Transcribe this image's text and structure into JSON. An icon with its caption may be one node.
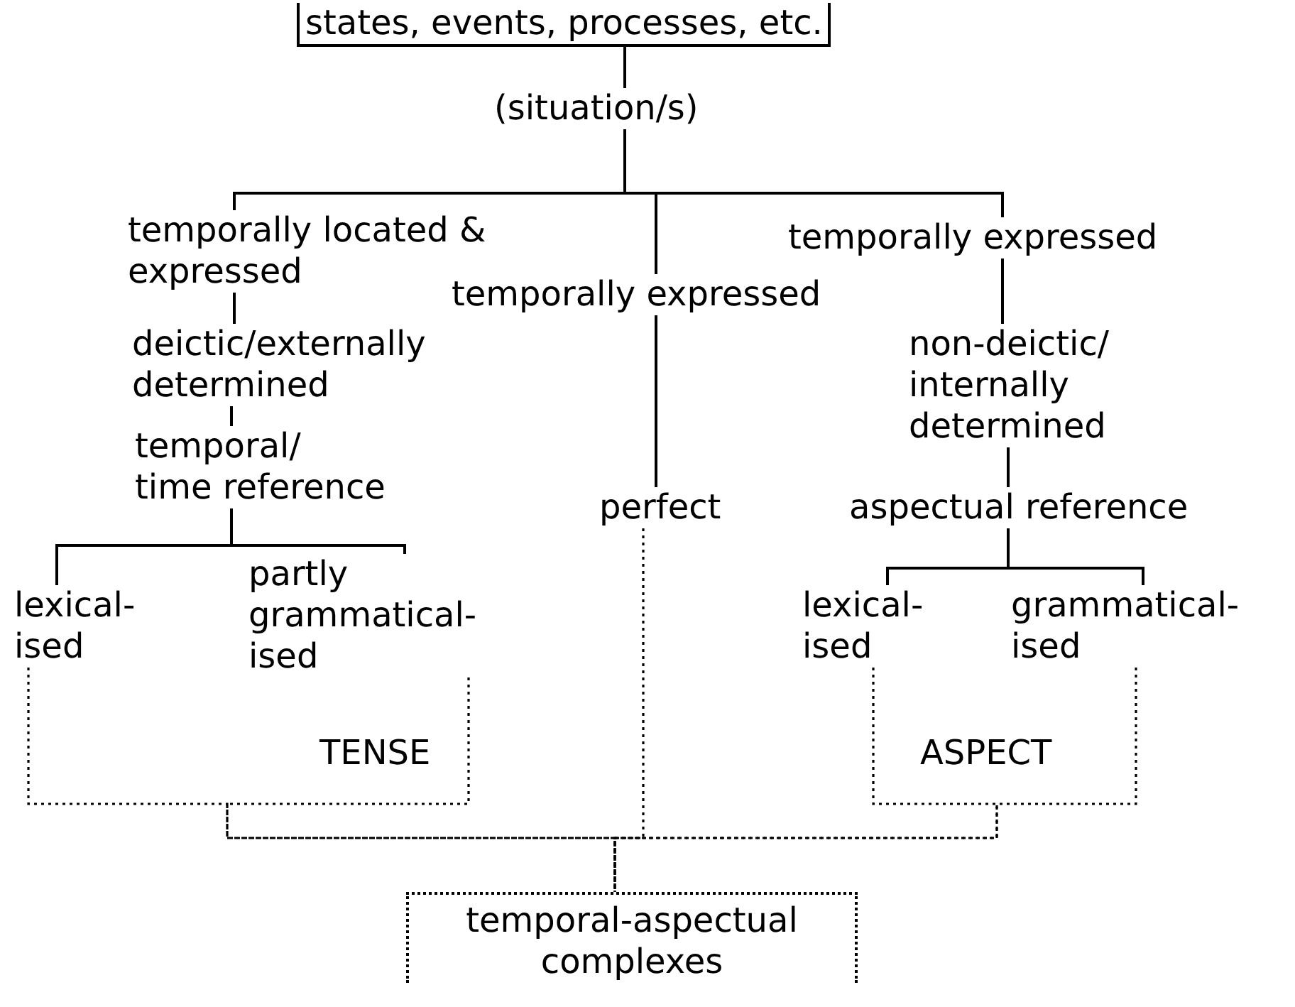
{
  "diagram": {
    "nodes": [
      {
        "text": [
          "states, events, processes, etc."
        ]
      },
      {
        "text": [
          "(situation/s)"
        ]
      },
      {
        "text": [
          "temporally located & expressed"
        ]
      },
      {
        "text": [
          "temporally expressed"
        ]
      },
      {
        "text": [
          "temporally expressed"
        ]
      },
      {
        "text": [
          "deictic/externally determined"
        ]
      },
      {
        "text": [
          "temporal/ time reference"
        ]
      },
      {
        "text": [
          "perfect"
        ]
      },
      {
        "text": [
          "non-deictic/ internally determined"
        ]
      },
      {
        "text": [
          "aspectual reference"
        ]
      },
      {
        "text": [
          "lexical- ised"
        ]
      },
      {
        "text": [
          "partly grammatical- ised"
        ]
      },
      {
        "text": [
          "lexical- ised"
        ]
      },
      {
        "text": [
          "grammatical- ised"
        ]
      },
      {
        "text": [
          "temporal-aspectual complexes"
        ]
      }
    ],
    "edges": [
      {
        "from": 0,
        "to": 1,
        "arrow": "none"
      },
      {
        "from": 1,
        "to": 2,
        "arrow": "none"
      },
      {
        "from": 1,
        "to": 3,
        "arrow": "none"
      },
      {
        "from": 1,
        "to": 4,
        "arrow": "none"
      },
      {
        "from": 2,
        "to": 5,
        "arrow": "none"
      },
      {
        "from": 5,
        "to": 6,
        "arrow": "none"
      },
      {
        "from": 3,
        "to": 7,
        "arrow": "none"
      },
      {
        "from": 4,
        "to": 8,
        "arrow": "none"
      },
      {
        "from": 8,
        "to": 9,
        "arrow": "none"
      },
      {
        "from": 6,
        "to": 10,
        "arrow": "none"
      },
      {
        "from": 6,
        "to": 11,
        "arrow": "none"
      },
      {
        "from": 9,
        "to": 12,
        "arrow": "none"
      },
      {
        "from": 9,
        "to": 13,
        "arrow": "none"
      },
      {
        "from": 10,
        "to": 14,
        "arrow": "none",
        "style": "dashed"
      },
      {
        "from": 11,
        "to": 14,
        "arrow": "none",
        "style": "dashed"
      },
      {
        "from": 7,
        "to": 14,
        "arrow": "none",
        "style": "dashed"
      },
      {
        "from": 12,
        "to": 14,
        "arrow": "none",
        "style": "dashed"
      },
      {
        "from": 13,
        "to": 14,
        "arrow": "none",
        "style": "dashed"
      }
    ],
    "labels": [
      "TENSE",
      "ASPECT"
    ]
  }
}
